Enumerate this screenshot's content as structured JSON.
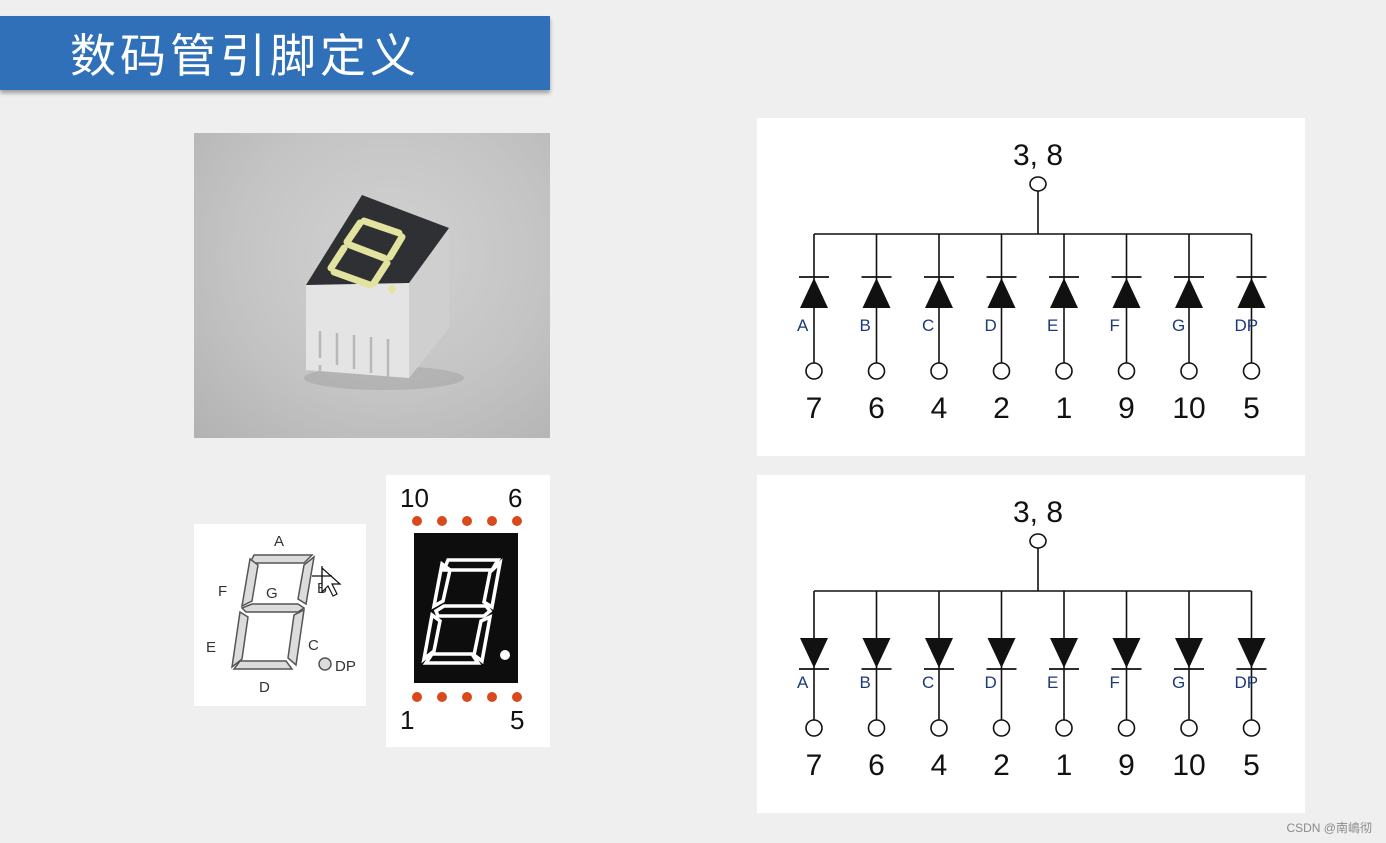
{
  "title": "数码管引脚定义",
  "segment_diagram": {
    "labels": [
      "A",
      "B",
      "C",
      "D",
      "E",
      "F",
      "G",
      "DP"
    ]
  },
  "pinout_diagram": {
    "top_left": "10",
    "top_right": "6",
    "bottom_left": "1",
    "bottom_right": "5"
  },
  "common_cathode_circuit": {
    "common_pin": "3, 8",
    "segments": [
      "A",
      "B",
      "C",
      "D",
      "E",
      "F",
      "G",
      "DP"
    ],
    "pins": [
      "7",
      "6",
      "4",
      "2",
      "1",
      "9",
      "10",
      "5"
    ]
  },
  "common_anode_circuit": {
    "common_pin": "3, 8",
    "segments": [
      "A",
      "B",
      "C",
      "D",
      "E",
      "F",
      "G",
      "DP"
    ],
    "pins": [
      "7",
      "6",
      "4",
      "2",
      "1",
      "9",
      "10",
      "5"
    ]
  },
  "watermark": "CSDN @南嶋彻",
  "colors": {
    "title_bar": "#2f70b8",
    "pin_dots": "#d84a1b",
    "segment_glow": "#e3e3a0"
  }
}
